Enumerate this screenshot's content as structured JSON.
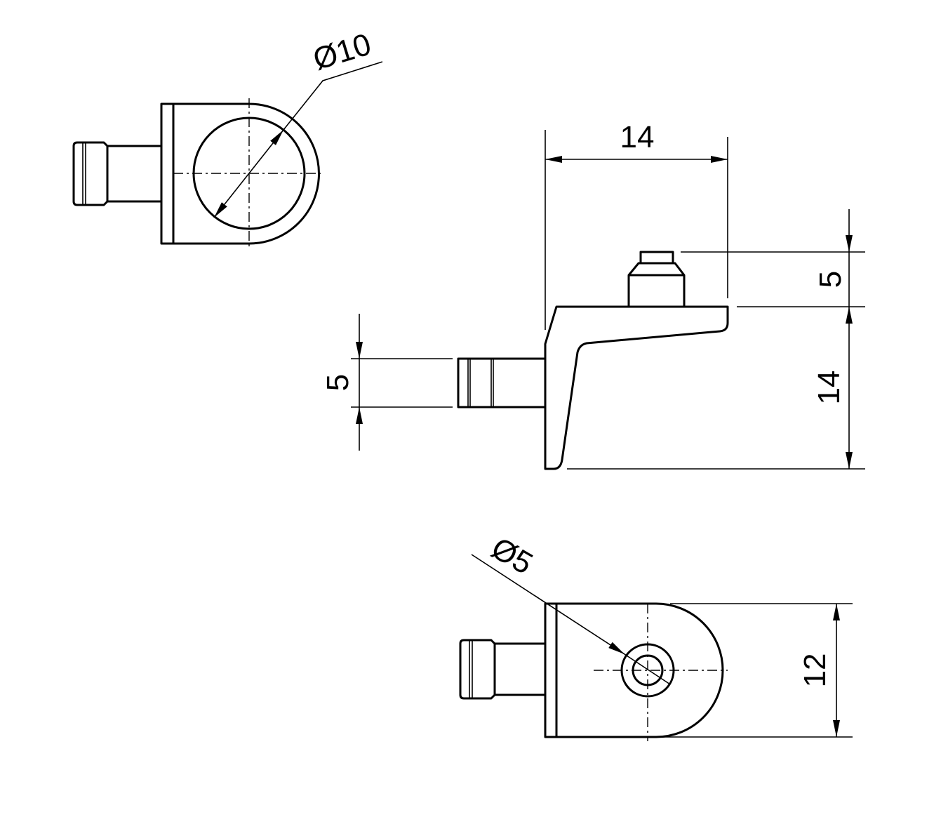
{
  "drawing": {
    "views": [
      "top-view",
      "side-view",
      "bottom-view"
    ],
    "dimensions": {
      "top_hole_diameter": "Ø10",
      "width": "14",
      "peg_height": "5",
      "body_height": "14",
      "pin_diameter": "5",
      "bottom_hole_diameter": "Ø5",
      "body_depth": "12"
    },
    "line_color": "#000000",
    "background": "#ffffff"
  }
}
